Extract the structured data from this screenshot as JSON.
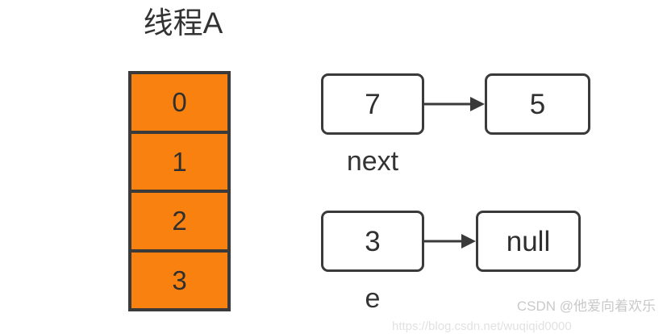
{
  "diagram": {
    "title": "线程A",
    "background_color": "#ffffff",
    "bucket_table": {
      "fill_color": "#f98110",
      "border_color": "#3a3a3a",
      "cells": [
        {
          "label": "0"
        },
        {
          "label": "1"
        },
        {
          "label": "2"
        },
        {
          "label": "3"
        }
      ]
    },
    "node_rows": [
      {
        "pointer_label": "next",
        "head_value": "7",
        "tail_value": "5",
        "arrow": "right-arrow"
      },
      {
        "pointer_label": "e",
        "head_value": "3",
        "tail_value": "null",
        "arrow": "right-arrow"
      }
    ]
  },
  "watermark": {
    "text": "CSDN @他爱向着欢乐",
    "url": "https://blog.csdn.net/wuqiqid0000"
  }
}
